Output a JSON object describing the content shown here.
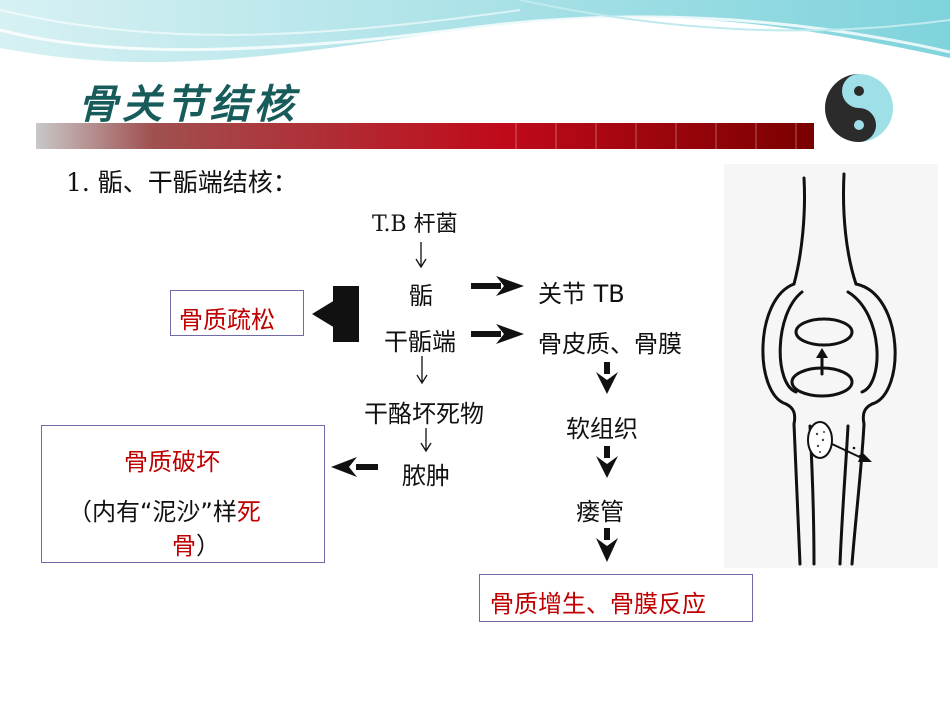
{
  "slide": {
    "title": "骨关节结核",
    "subtitle": "1. 骺、干骺端结核：",
    "nodes": {
      "tb_bacillus": "T.B 杆菌",
      "epiphysis": "骺",
      "joint_tb": "关节 TB",
      "osteoporosis": "骨质疏松",
      "metaphysis": "干骺端",
      "cortex_periosteum": "骨皮质、骨膜",
      "caseous": "干酪坏死物",
      "soft_tissue": "软组织",
      "destruction": "骨质破坏",
      "destruction_note_pre": "（内有“泥沙”样",
      "destruction_note_red1": "死",
      "destruction_note_red2": "骨",
      "destruction_note_post": "）",
      "abscess": "脓肿",
      "sinus": "瘘管",
      "proliferation": "骨质增生、骨膜反应"
    },
    "colors": {
      "title": "#175c5a",
      "accent_red": "#c00000",
      "box_border": "#6f6aa8",
      "wave": "#9fdfe6"
    },
    "icons": [
      "yin-yang-icon",
      "bone-illustration"
    ]
  }
}
